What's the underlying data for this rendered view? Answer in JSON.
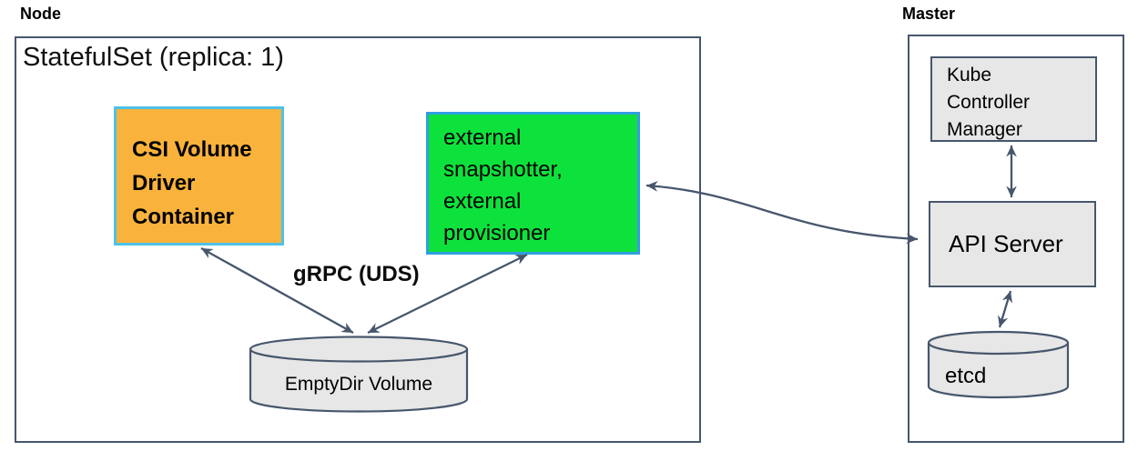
{
  "colors": {
    "slate": "#47566C",
    "orange-fill": "#F9B23B",
    "orange-border": "#4EC1E8",
    "green-fill": "#0DE23C",
    "green-border": "#2F9FE0",
    "gray-fill": "#E7E7E7"
  },
  "node_section": {
    "label": "Node",
    "statefulset_title": "StatefulSet (replica: 1)",
    "csi_box": {
      "lines": [
        "CSI Volume",
        "Driver",
        "Container"
      ]
    },
    "sidecar_box": {
      "lines": [
        "external",
        "snapshotter,",
        "external",
        "provisioner"
      ]
    },
    "grpc_label": "gRPC (UDS)",
    "emptydir_label": "EmptyDir Volume"
  },
  "master_section": {
    "label": "Master",
    "kcm_box": {
      "lines": [
        "Kube",
        "Controller",
        "Manager"
      ]
    },
    "api_server_label": "API Server",
    "etcd_label": "etcd"
  }
}
